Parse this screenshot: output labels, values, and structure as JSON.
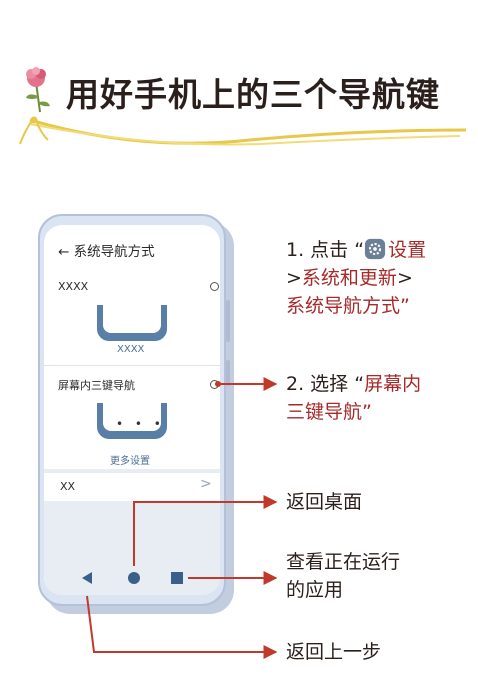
{
  "title": "用好手机上的三个导航键",
  "screen": {
    "header": "← 系统导航方式",
    "option_gesture": {
      "label": "XXXX",
      "mock_label": "XXXX"
    },
    "option_three_key": {
      "label": "屏幕内三键导航",
      "mock_label": "更多设置"
    },
    "more_row": {
      "label": "XX",
      "chevron": ">"
    }
  },
  "step1": {
    "prefix": "1. 点击 “",
    "settings": "设置",
    "path_gt1": ">",
    "system": "系统和更新",
    "path_gt2": ">",
    "nav": "系统导航方式",
    "close_quote": "”"
  },
  "step2": {
    "prefix": "2. 选择 “",
    "choice_line1": "屏幕内",
    "choice_line2": "三键导航",
    "close_quote": "”"
  },
  "labels": {
    "home": "返回桌面",
    "recent_line1": "查看正在运行",
    "recent_line2": "的应用",
    "back": "返回上一步"
  },
  "colors": {
    "accent_red": "#a72a29",
    "arrow_red": "#c0392b",
    "icon_blue": "#5a7fa6"
  },
  "icons": [
    "flower-icon",
    "ribbon-icon",
    "gear-icon",
    "back-triangle-icon",
    "home-circle-icon",
    "recent-square-icon"
  ]
}
